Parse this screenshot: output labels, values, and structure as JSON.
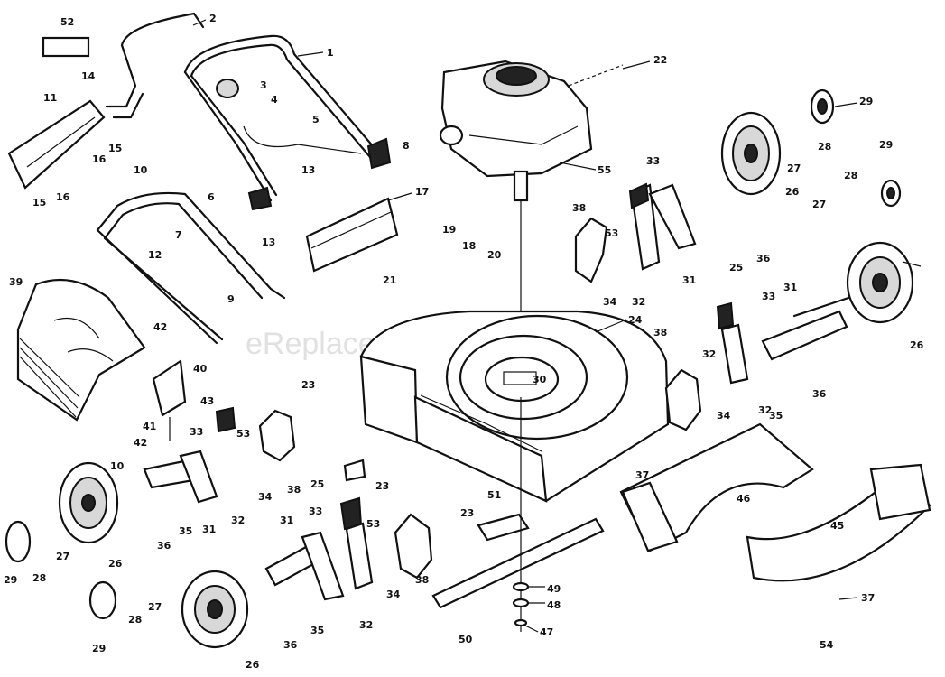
{
  "watermark": "eReplacementParts.com",
  "callouts": [
    "52",
    "2",
    "1",
    "14",
    "11",
    "3",
    "4",
    "5",
    "8",
    "13",
    "15",
    "16",
    "15",
    "16",
    "10",
    "12",
    "7",
    "6",
    "13",
    "17",
    "9",
    "39",
    "42",
    "40",
    "43",
    "41",
    "42",
    "33",
    "53",
    "34",
    "38",
    "23",
    "19",
    "18",
    "20",
    "21",
    "22",
    "55",
    "33",
    "38",
    "53",
    "34",
    "32",
    "31",
    "25",
    "36",
    "26",
    "27",
    "28",
    "29",
    "29",
    "28",
    "27",
    "26",
    "31",
    "33",
    "24",
    "30",
    "32",
    "38",
    "34",
    "32",
    "35",
    "36",
    "10",
    "29",
    "28",
    "27",
    "26",
    "36",
    "35",
    "31",
    "32",
    "25",
    "29",
    "28",
    "27",
    "26",
    "31",
    "33",
    "53",
    "34",
    "38",
    "36",
    "35",
    "32",
    "23",
    "23",
    "51",
    "37",
    "46",
    "45",
    "49",
    "48",
    "47",
    "50",
    "37",
    "54"
  ]
}
